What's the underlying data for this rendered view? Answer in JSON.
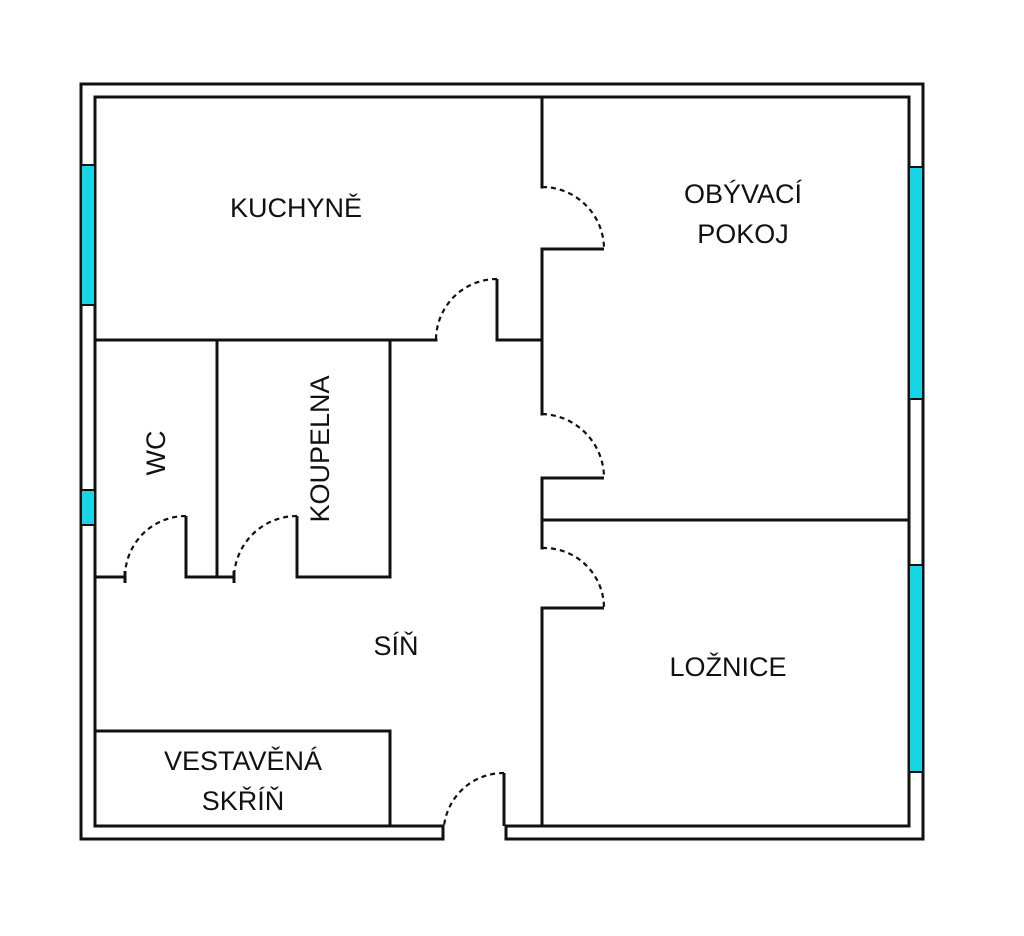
{
  "colors": {
    "wall": "#111111",
    "window": "#16d6e6",
    "background": "#ffffff"
  },
  "rooms": {
    "kitchen": "KUCHYNĚ",
    "living_line1": "OBÝVACÍ",
    "living_line2": "POKOJ",
    "wc": "WC",
    "bathroom": "KOUPELNA",
    "hall": "SÍŇ",
    "bedroom": "LOŽNICE",
    "wardrobe_line1": "VESTAVĚNÁ",
    "wardrobe_line2": "SKŘÍŇ"
  }
}
